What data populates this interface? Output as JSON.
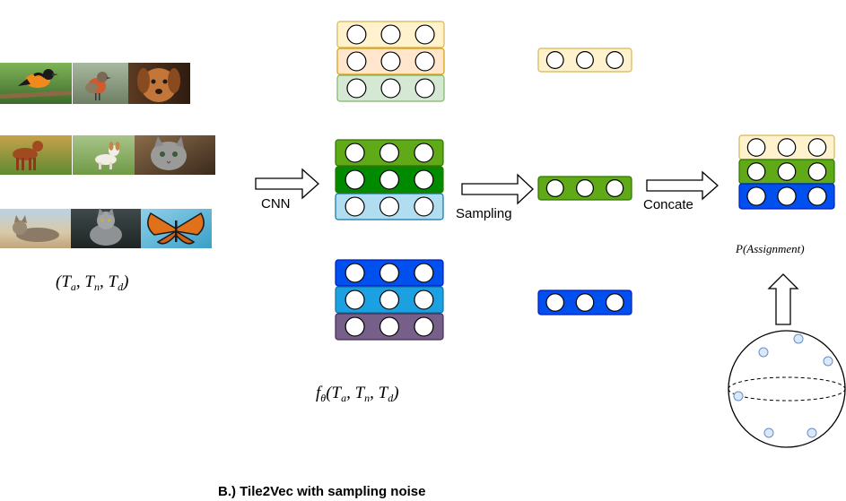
{
  "labels": {
    "cnn": "CNN",
    "sampling": "Sampling",
    "concate": "Concate",
    "input_tuple": "(Ta, Tn, Td)",
    "embedding": "fθ(Ta, Tn, Td)",
    "probability": "P(Assignment)",
    "caption": "B.) Tile2Vec with sampling noise"
  },
  "images": {
    "row1": [
      "bird-oriole",
      "bird-robin",
      "puppy"
    ],
    "row2": [
      "dog-standing",
      "dog-running",
      "kitten"
    ],
    "row3": [
      "cat-lying",
      "cat-sitting",
      "butterfly"
    ]
  },
  "colors": {
    "light_yellow": "#fff2cc",
    "light_orange": "#ffe6cc",
    "light_green": "#d5e8d4",
    "green": "#60a917",
    "dark_green": "#008a00",
    "light_cyan": "#b1ddf0",
    "blue": "#0050ef",
    "mid_blue": "#1ba1e2",
    "purple": "#76608a",
    "yellow_stroke": "#d6b656",
    "orange_stroke": "#d79b00",
    "green_stroke": "#82b366",
    "green_dark_stroke": "#2d7600",
    "cyan_stroke": "#10739e",
    "blue_stroke": "#001dbc",
    "purple_stroke": "#432d57"
  }
}
